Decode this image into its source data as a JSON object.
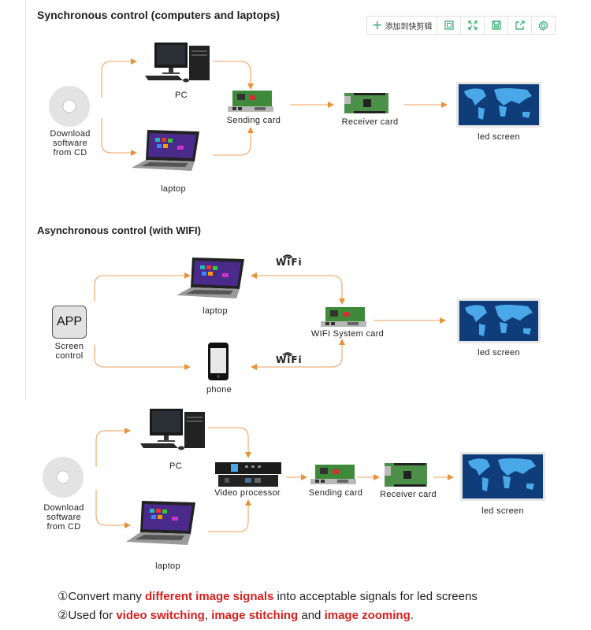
{
  "toolbar": {
    "add_label": "添加到快剪辑",
    "icons": [
      "plus-icon",
      "frame-icon",
      "fullscreen-icon",
      "save-icon",
      "share-icon",
      "settings-icon"
    ],
    "accent": "#2eaa6a"
  },
  "section1": {
    "title": "Synchronous control (computers and laptops)",
    "cd_label_lines": [
      "Download",
      "software",
      "from CD"
    ],
    "pc": "PC",
    "laptop": "laptop",
    "sending_card": "Sending card",
    "receiver_card": "Receiver card",
    "led_screen": "led screen"
  },
  "section2": {
    "title": "Asynchronous control (with WIFI)",
    "app_icon": "APP",
    "app_label_lines": [
      "Screen",
      "control"
    ],
    "laptop": "laptop",
    "phone": "phone",
    "wifi_top": "WiFi",
    "wifi_bottom": "WiFi",
    "wifi_card": "WIFI System card",
    "led_screen": "led screen"
  },
  "section3": {
    "cd_label_lines": [
      "Download",
      "software",
      "from CD"
    ],
    "pc": "PC",
    "laptop": "laptop",
    "video_processor": "Video processor",
    "sending_card": "Sending card",
    "receiver_card": "Receiver card",
    "led_screen": "led screen"
  },
  "notes": [
    {
      "prefix": "①Convert many ",
      "h1": "different image signals",
      "mid": " into acceptable signals for led screens",
      "h2": "",
      "mid2": "",
      "h3": "",
      "suffix": ""
    },
    {
      "prefix": "②Used for ",
      "h1": "video switching",
      "mid": ", ",
      "h2": "image stitching",
      "mid2": " and ",
      "h3": "image zooming",
      "suffix": "."
    }
  ],
  "colors": {
    "arrow": "#e8923a",
    "highlight": "#d8201f"
  }
}
